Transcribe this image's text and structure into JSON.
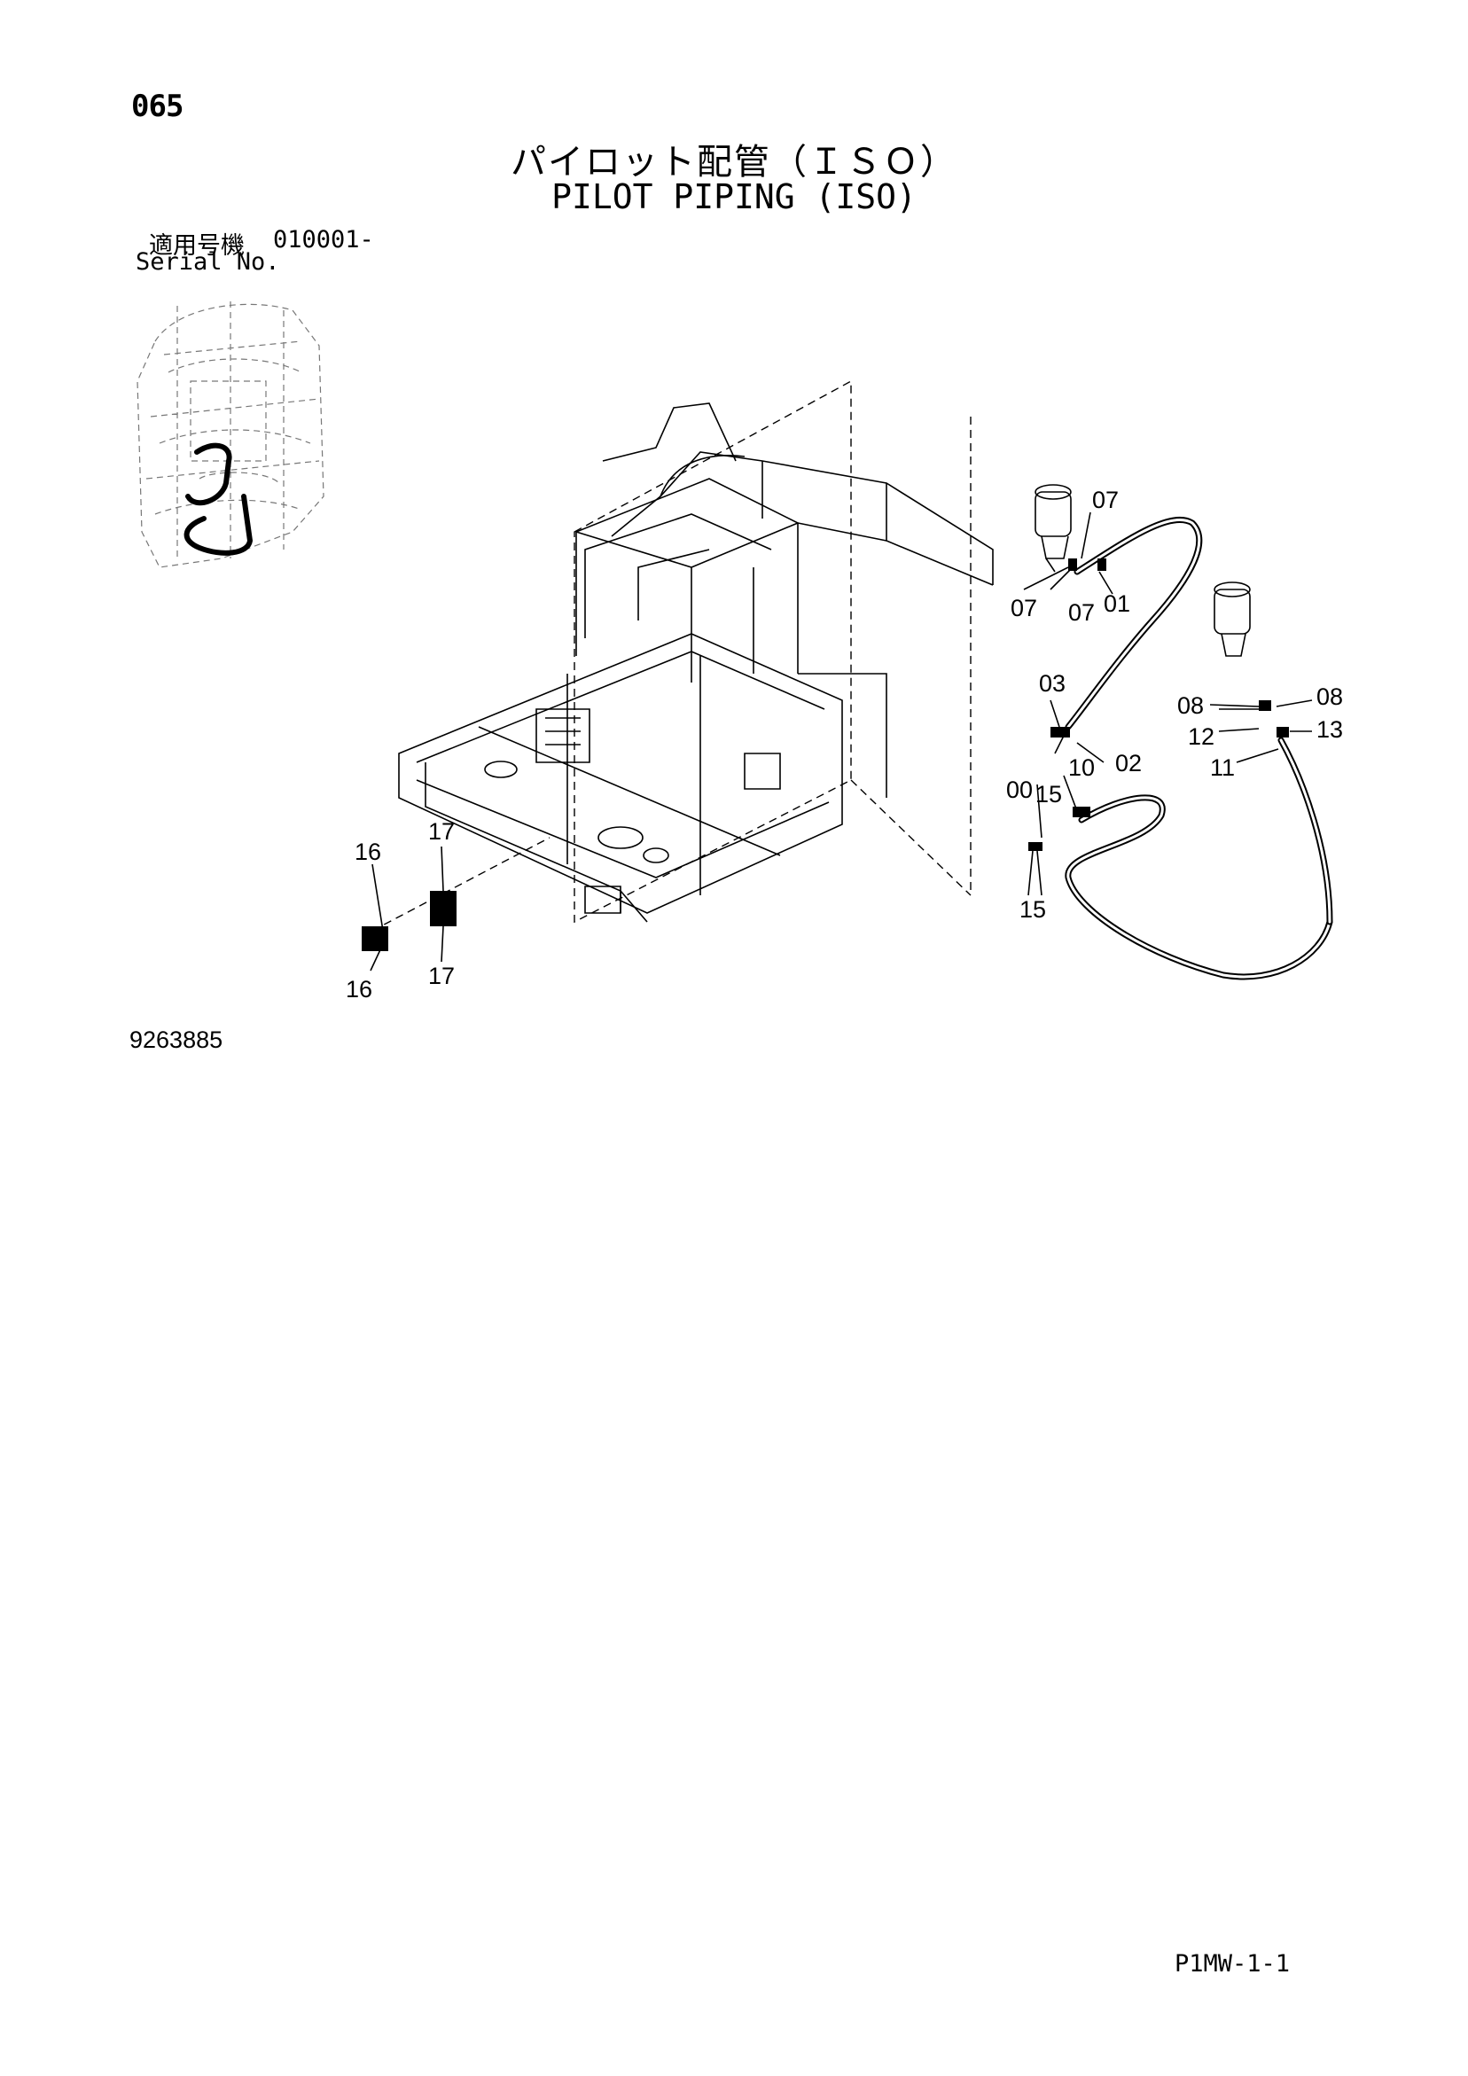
{
  "page_number": "065",
  "title_jp": "パイロット配管（ＩＳＯ）",
  "title_en": "PILOT PIPING (ISO)",
  "serial": {
    "label_jp": "適用号機",
    "value": "010001-",
    "label_en": "Serial No."
  },
  "callouts": [
    "07",
    "07",
    "07",
    "01",
    "03",
    "02",
    "00",
    "10",
    "15",
    "15",
    "08",
    "08",
    "12",
    "13",
    "11",
    "16",
    "16",
    "17",
    "17"
  ],
  "drawing_number": "9263885",
  "page_code": "P1MW-1-1"
}
